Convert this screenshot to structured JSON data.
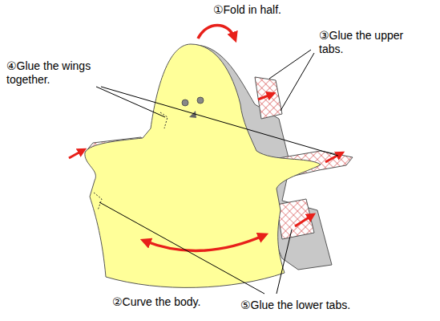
{
  "diagram": {
    "labels": [
      "①Fold in half.",
      "③Glue the upper tabs.",
      "④Glue the wings together.",
      "②Curve the body.",
      "⑤Glue the lower tabs."
    ]
  }
}
